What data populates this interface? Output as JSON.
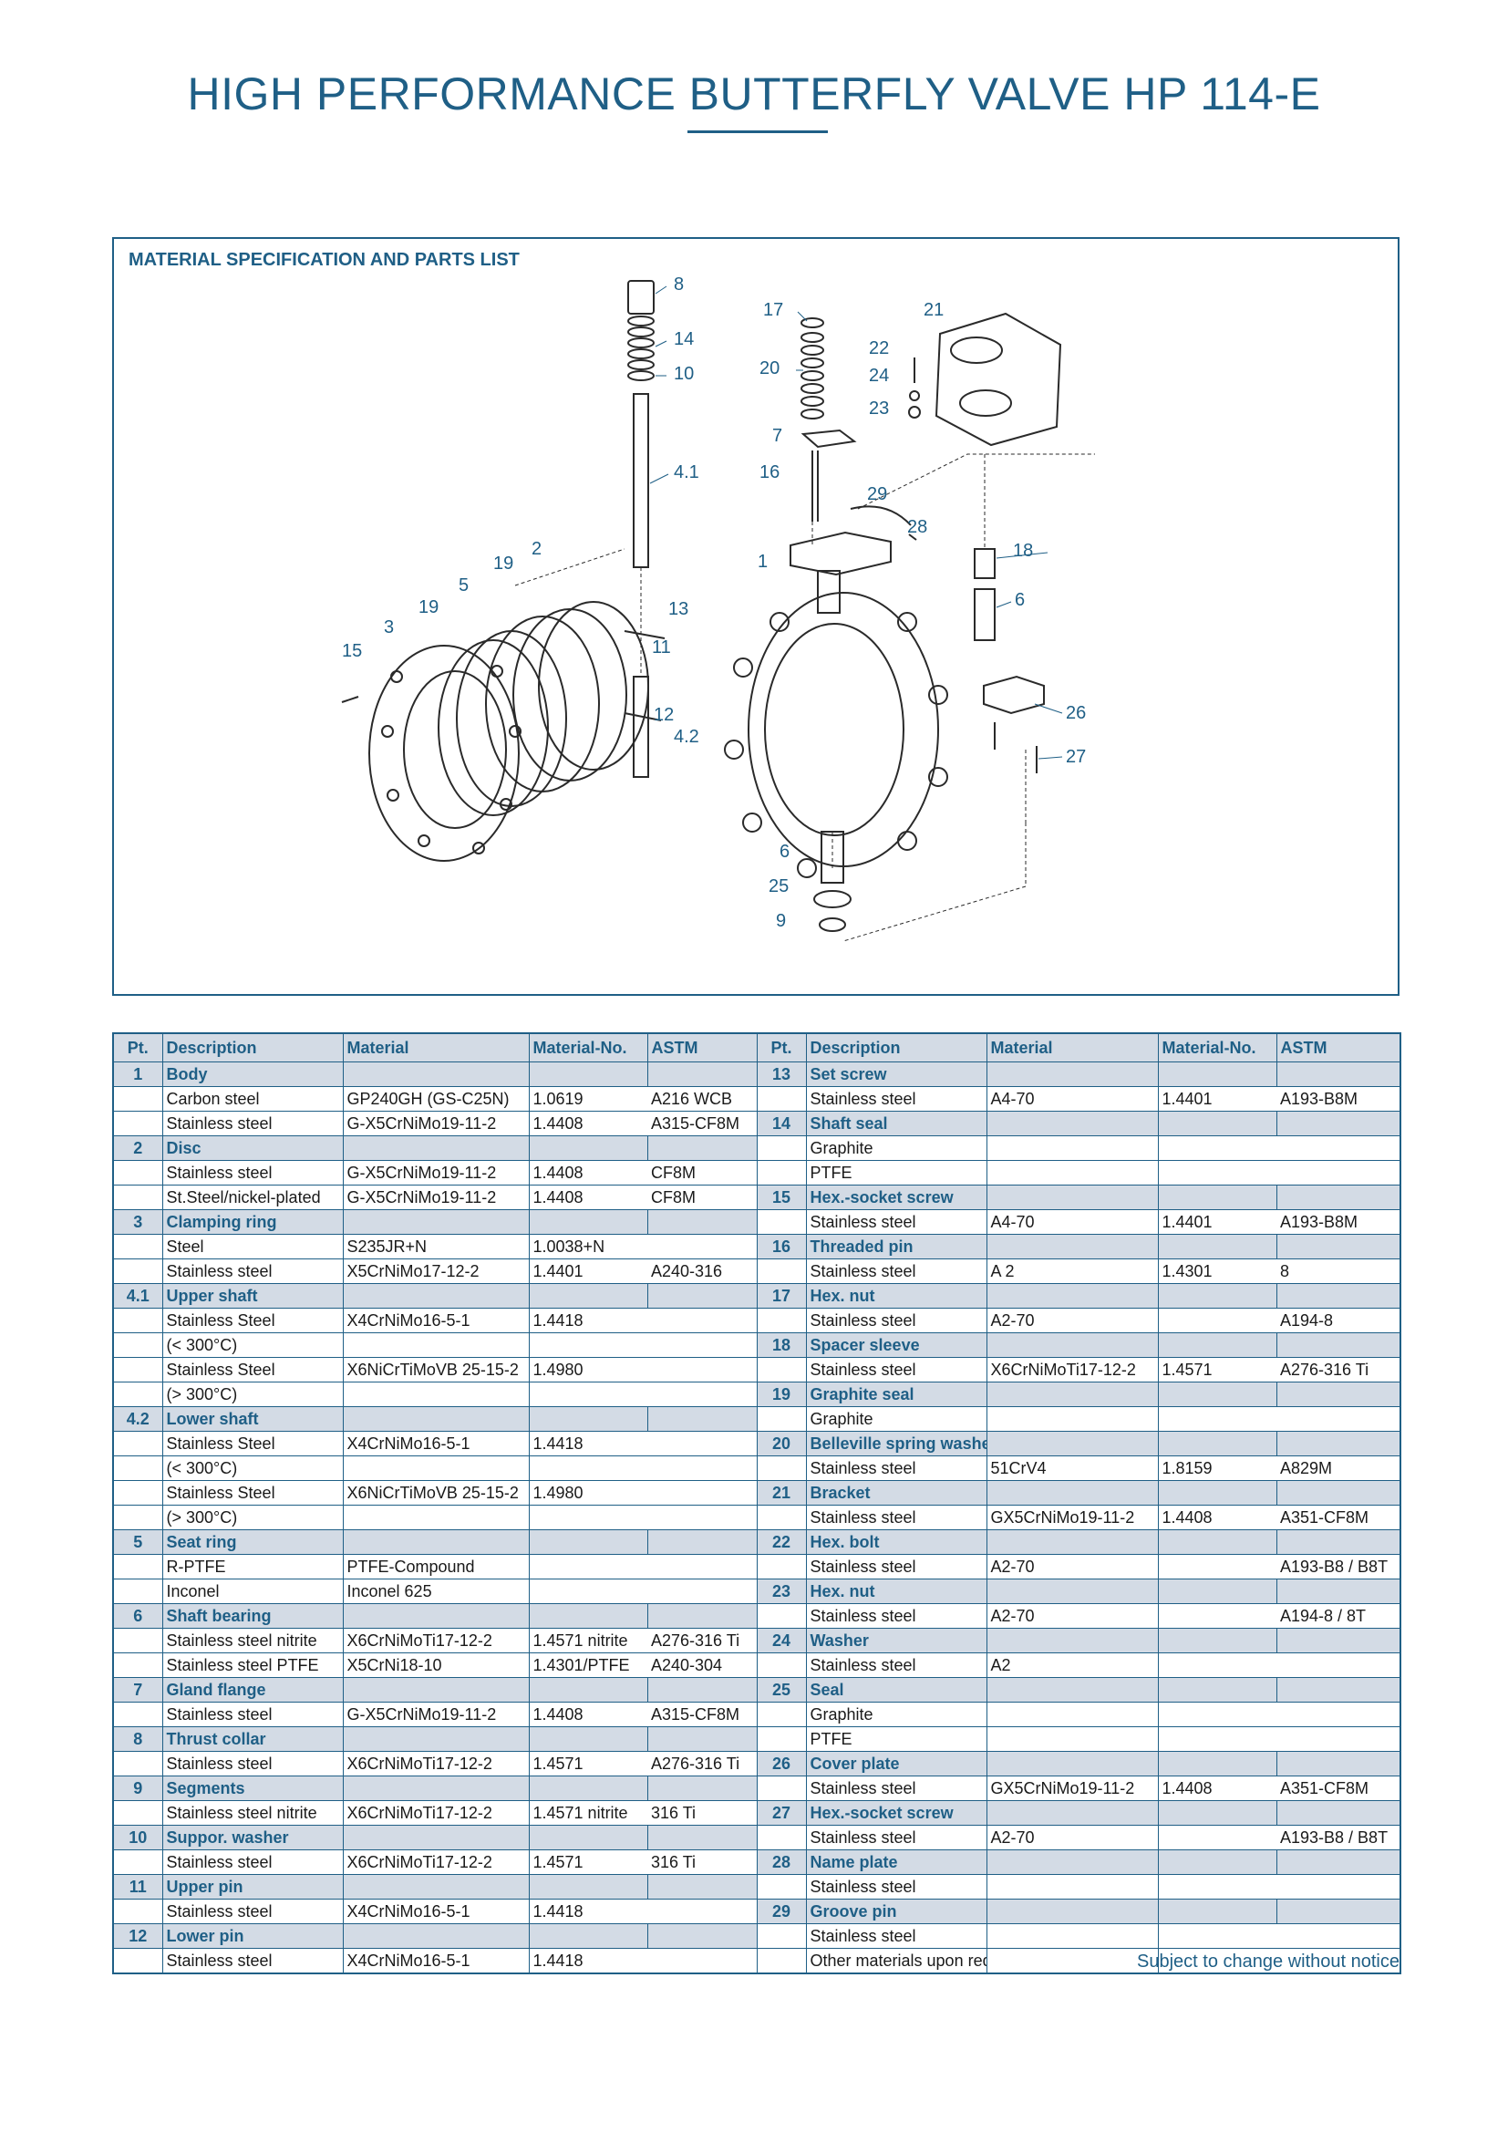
{
  "title": "HIGH PERFORMANCE BUTTERFLY VALVE HP 114-E",
  "drawing": {
    "heading": "MATERIAL SPECIFICATION AND PARTS LIST",
    "callouts": [
      "8",
      "14",
      "10",
      "4.1",
      "17",
      "20",
      "21",
      "22",
      "24",
      "23",
      "7",
      "16",
      "29",
      "28",
      "18",
      "6",
      "1",
      "2",
      "19",
      "5",
      "19",
      "3",
      "15",
      "13",
      "11",
      "12",
      "4.2",
      "26",
      "27",
      "6",
      "25",
      "9"
    ]
  },
  "table": {
    "headers": {
      "pt": "Pt.",
      "description": "Description",
      "material": "Material",
      "material_no": "Material-No.",
      "astm": "ASTM"
    },
    "rows": [
      {
        "l": {
          "g": true,
          "pt": "1",
          "desc": "Body"
        },
        "r": {
          "g": true,
          "pt": "13",
          "desc": "Set screw"
        }
      },
      {
        "l": {
          "desc": "Carbon steel",
          "mat": "GP240GH (GS-C25N)",
          "no": "1.0619",
          "astm": "A216 WCB"
        },
        "r": {
          "desc": "Stainless steel",
          "mat": "A4-70",
          "no": "1.4401",
          "astm": "A193-B8M"
        }
      },
      {
        "l": {
          "desc": "Stainless steel",
          "mat": "G-X5CrNiMo19-11-2",
          "no": "1.4408",
          "astm": "A315-CF8M"
        },
        "r": {
          "g": true,
          "pt": "14",
          "desc": "Shaft seal"
        }
      },
      {
        "l": {
          "g": true,
          "pt": "2",
          "desc": "Disc"
        },
        "r": {
          "desc": "Graphite"
        }
      },
      {
        "l": {
          "desc": "Stainless steel",
          "mat": "G-X5CrNiMo19-11-2",
          "no": "1.4408",
          "astm": "CF8M"
        },
        "r": {
          "desc": "PTFE"
        }
      },
      {
        "l": {
          "desc": "St.Steel/nickel-plated",
          "mat": "G-X5CrNiMo19-11-2",
          "no": "1.4408",
          "astm": "CF8M"
        },
        "r": {
          "g": true,
          "pt": "15",
          "desc": "Hex.-socket screw"
        }
      },
      {
        "l": {
          "g": true,
          "pt": "3",
          "desc": "Clamping ring"
        },
        "r": {
          "desc": "Stainless steel",
          "mat": "A4-70",
          "no": "1.4401",
          "astm": "A193-B8M"
        }
      },
      {
        "l": {
          "desc": "Steel",
          "mat": "S235JR+N",
          "no": "1.0038+N"
        },
        "r": {
          "g": true,
          "pt": "16",
          "desc": "Threaded pin"
        }
      },
      {
        "l": {
          "desc": "Stainless steel",
          "mat": "X5CrNiMo17-12-2",
          "no": "1.4401",
          "astm": "A240-316"
        },
        "r": {
          "desc": "Stainless steel",
          "mat": "A 2",
          "no": "1.4301",
          "astm": "8"
        }
      },
      {
        "l": {
          "g": true,
          "pt": "4.1",
          "desc": "Upper shaft"
        },
        "r": {
          "g": true,
          "pt": "17",
          "desc": "Hex. nut"
        }
      },
      {
        "l": {
          "desc": "Stainless Steel",
          "mat": "X4CrNiMo16-5-1",
          "no": "1.4418"
        },
        "r": {
          "desc": "Stainless steel",
          "mat": "A2-70",
          "astm": "A194-8"
        }
      },
      {
        "l": {
          "desc": "(< 300°C)"
        },
        "r": {
          "g": true,
          "pt": "18",
          "desc": "Spacer sleeve"
        }
      },
      {
        "l": {
          "desc": "Stainless Steel",
          "mat": "X6NiCrTiMoVB 25-15-2",
          "no": "1.4980"
        },
        "r": {
          "desc": "Stainless steel",
          "mat": "X6CrNiMoTi17-12-2",
          "no": "1.4571",
          "astm": "A276-316 Ti"
        }
      },
      {
        "l": {
          "desc": "(> 300°C)"
        },
        "r": {
          "g": true,
          "pt": "19",
          "desc": "Graphite seal"
        }
      },
      {
        "l": {
          "g": true,
          "pt": "4.2",
          "desc": "Lower shaft"
        },
        "r": {
          "desc": "Graphite"
        }
      },
      {
        "l": {
          "desc": "Stainless Steel",
          "mat": "X4CrNiMo16-5-1",
          "no": "1.4418"
        },
        "r": {
          "g": true,
          "pt": "20",
          "desc": "Belleville spring washer"
        }
      },
      {
        "l": {
          "desc": "(< 300°C)"
        },
        "r": {
          "desc": "Stainless steel",
          "mat": "51CrV4",
          "no": "1.8159",
          "astm": "A829M"
        }
      },
      {
        "l": {
          "desc": "Stainless Steel",
          "mat": "X6NiCrTiMoVB 25-15-2",
          "no": "1.4980"
        },
        "r": {
          "g": true,
          "pt": "21",
          "desc": "Bracket"
        }
      },
      {
        "l": {
          "desc": "(> 300°C)"
        },
        "r": {
          "desc": "Stainless steel",
          "mat": "GX5CrNiMo19-11-2",
          "no": "1.4408",
          "astm": "A351-CF8M"
        }
      },
      {
        "l": {
          "g": true,
          "pt": "5",
          "desc": "Seat ring"
        },
        "r": {
          "g": true,
          "pt": "22",
          "desc": "Hex. bolt"
        }
      },
      {
        "l": {
          "desc": "R-PTFE",
          "mat": "PTFE-Compound"
        },
        "r": {
          "desc": "Stainless steel",
          "mat": "A2-70",
          "astm": "A193-B8 / B8T"
        }
      },
      {
        "l": {
          "desc": "Inconel",
          "mat": "Inconel 625"
        },
        "r": {
          "g": true,
          "pt": "23",
          "desc": "Hex. nut"
        }
      },
      {
        "l": {
          "g": true,
          "pt": "6",
          "desc": "Shaft bearing"
        },
        "r": {
          "desc": "Stainless steel",
          "mat": "A2-70",
          "astm": "A194-8 / 8T"
        }
      },
      {
        "l": {
          "desc": "Stainless steel nitrite",
          "mat": "X6CrNiMoTi17-12-2",
          "no": "1.4571 nitrite",
          "astm": "A276-316 Ti"
        },
        "r": {
          "g": true,
          "pt": "24",
          "desc": "Washer"
        }
      },
      {
        "l": {
          "desc": "Stainless steel PTFE",
          "mat": "X5CrNi18-10",
          "no": "1.4301/PTFE",
          "astm": "A240-304"
        },
        "r": {
          "desc": "Stainless steel",
          "mat": "A2"
        }
      },
      {
        "l": {
          "g": true,
          "pt": "7",
          "desc": "Gland flange"
        },
        "r": {
          "g": true,
          "pt": "25",
          "desc": "Seal"
        }
      },
      {
        "l": {
          "desc": "Stainless steel",
          "mat": "G-X5CrNiMo19-11-2",
          "no": "1.4408",
          "astm": "A315-CF8M"
        },
        "r": {
          "desc": "Graphite"
        }
      },
      {
        "l": {
          "g": true,
          "pt": "8",
          "desc": "Thrust collar"
        },
        "r": {
          "desc": "PTFE"
        }
      },
      {
        "l": {
          "desc": "Stainless steel",
          "mat": "X6CrNiMoTi17-12-2",
          "no": "1.4571",
          "astm": "A276-316 Ti"
        },
        "r": {
          "g": true,
          "pt": "26",
          "desc": "Cover plate"
        }
      },
      {
        "l": {
          "g": true,
          "pt": "9",
          "desc": "Segments"
        },
        "r": {
          "desc": "Stainless steel",
          "mat": "GX5CrNiMo19-11-2",
          "no": "1.4408",
          "astm": "A351-CF8M"
        }
      },
      {
        "l": {
          "desc": "Stainless steel nitrite",
          "mat": "X6CrNiMoTi17-12-2",
          "no": "1.4571 nitrite",
          "astm": "316 Ti"
        },
        "r": {
          "g": true,
          "pt": "27",
          "desc": "Hex.-socket screw"
        }
      },
      {
        "l": {
          "g": true,
          "pt": "10",
          "desc": "Suppor. washer"
        },
        "r": {
          "desc": "Stainless steel",
          "mat": "A2-70",
          "astm": "A193-B8 / B8T"
        }
      },
      {
        "l": {
          "desc": "Stainless steel",
          "mat": "X6CrNiMoTi17-12-2",
          "no": "1.4571",
          "astm": "316 Ti"
        },
        "r": {
          "g": true,
          "pt": "28",
          "desc": "Name plate"
        }
      },
      {
        "l": {
          "g": true,
          "pt": "11",
          "desc": "Upper pin"
        },
        "r": {
          "desc": "Stainless steel"
        }
      },
      {
        "l": {
          "desc": "Stainless steel",
          "mat": "X4CrNiMo16-5-1",
          "no": "1.4418"
        },
        "r": {
          "g": true,
          "pt": "29",
          "desc": "Groove pin"
        }
      },
      {
        "l": {
          "g": true,
          "pt": "12",
          "desc": "Lower pin"
        },
        "r": {
          "desc": "Stainless steel"
        }
      },
      {
        "l": {
          "desc": "Stainless steel",
          "mat": "X4CrNiMo16-5-1",
          "no": "1.4418"
        },
        "r": {
          "desc": "Other materials upon request"
        }
      }
    ]
  },
  "footer_note": "Subject to change without notice"
}
